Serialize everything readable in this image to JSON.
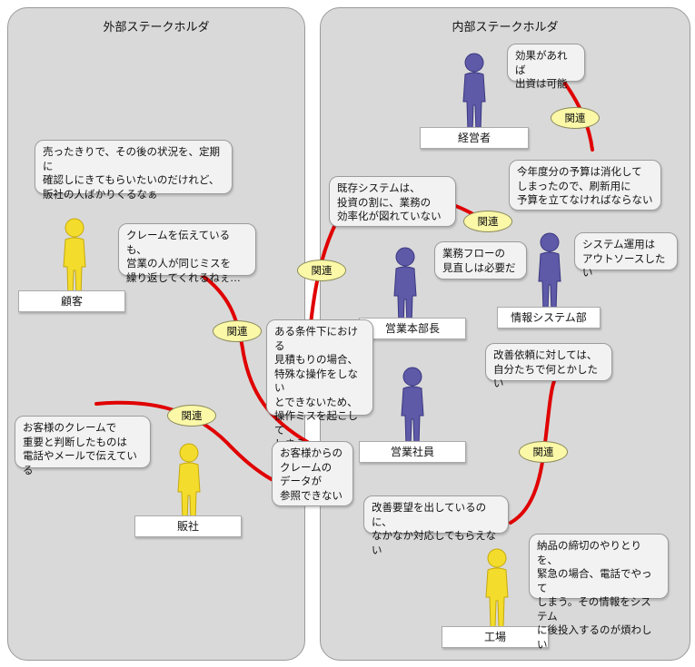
{
  "colors": {
    "relation_line": "#e00000",
    "external_person": "#f3dc2c",
    "internal_person": "#5e5aa8",
    "panel_bg": "#d9d9d9",
    "badge_bg": "#fbf8a8"
  },
  "panels": {
    "external_title": "外部ステークホルダ",
    "internal_title": "内部ステークホルダ"
  },
  "relation_label": "関連",
  "actors": {
    "customer": "顧客",
    "dealer": "販社",
    "executive": "経営者",
    "sales_manager": "営業本部長",
    "it_dept": "情報システム部",
    "sales_staff": "営業社員",
    "factory": "工場"
  },
  "bubbles": {
    "customer_1": "売ったきりで、その後の状況を、定期に\n確認しにきてもらいたいのだけれど、\n販社の人ばかりくるなぁ",
    "customer_2": "クレームを伝えているも、\n営業の人が同じミスを\n繰り返してくれるねぇ…",
    "dealer": "お客様のクレームで\n重要と判断したものは\n電話やメールで伝えている",
    "executive": "効果があれば\n出資は可能",
    "sales_manager_1": "既存システムは、\n投資の割に、業務の\n効率化が図れていない",
    "sales_manager_2": "業務フローの\n見直しは必要だ",
    "it_budget": "今年度分の予算は消化して\nしまったので、刷新用に\n予算を立てなければならない",
    "it_outsource": "システム運用は\nアウトソースしたい",
    "it_request": "改善依頼に対しては、\n自分たちで何とかしたい",
    "sales_staff_1": "ある条件下における\n見積もりの場合、\n特殊な操作をしない\nとできないため、\n操作ミスを起こして\nしまう",
    "sales_staff_2": "お客様からの\nクレームの\nデータが\n参照できない",
    "sales_staff_3": "改善要望を出しているのに、\nなかなか対応してもらえない",
    "factory": "納品の締切のやりとりを、\n緊急の場合、電話でやって\nしまう。その情報をシステム\nに後投入するのが煩わしい"
  }
}
